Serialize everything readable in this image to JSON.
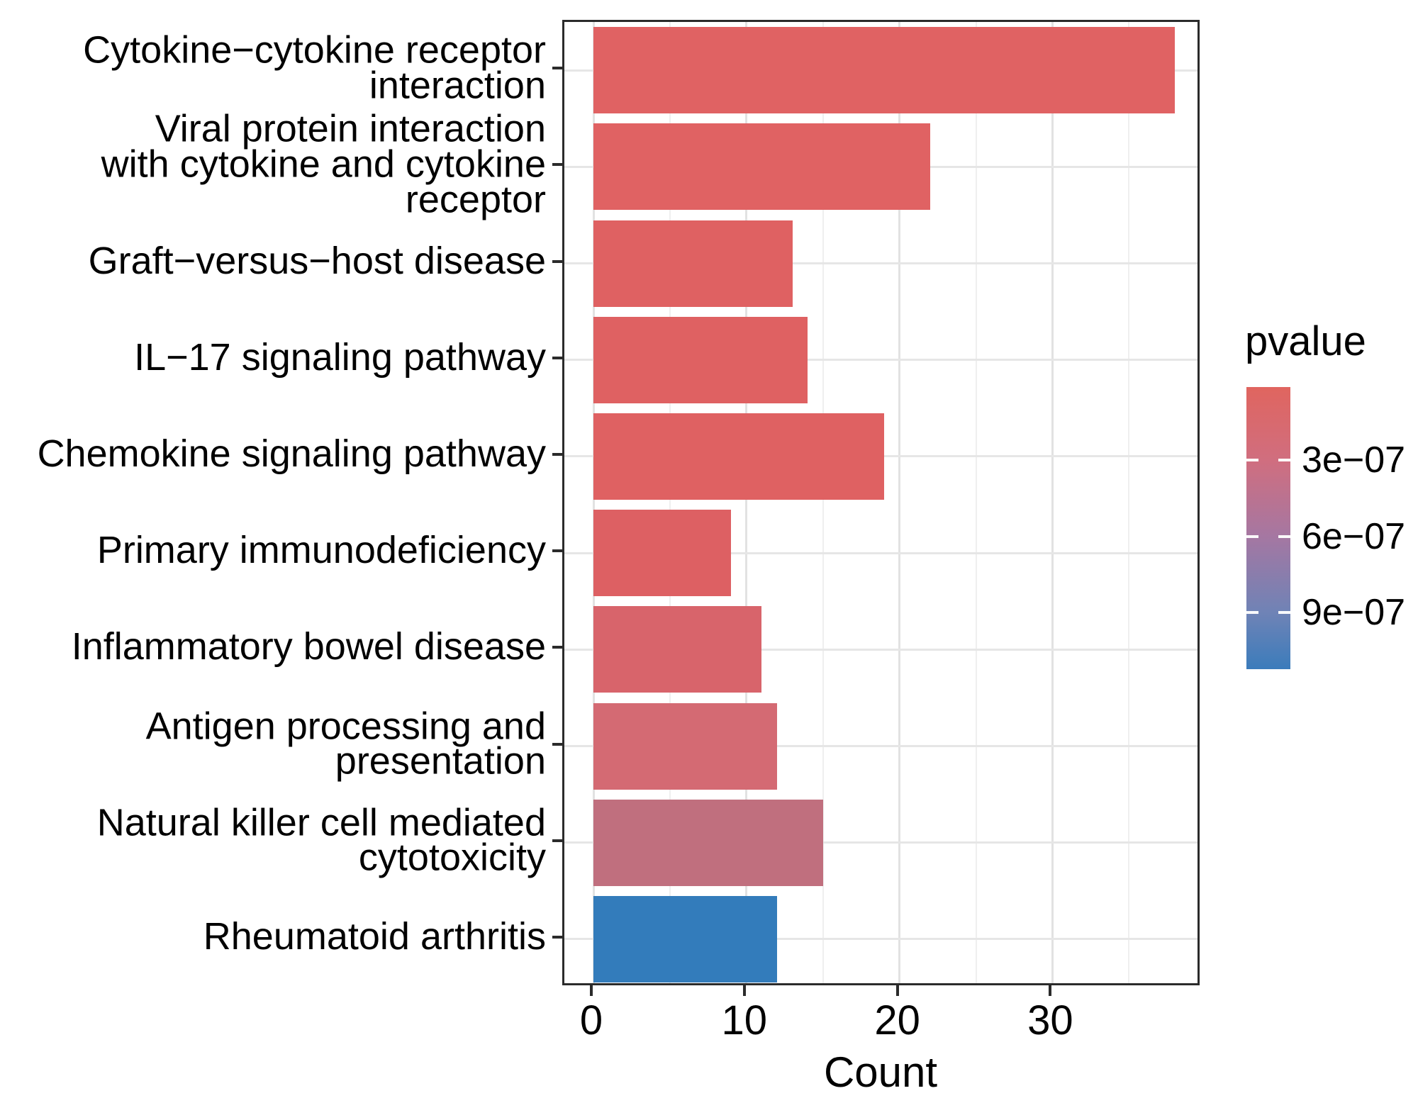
{
  "chart_data": {
    "type": "bar",
    "orientation": "horizontal",
    "title": "",
    "xlabel": "Count",
    "ylabel": "",
    "x_ticks": [
      0,
      10,
      20,
      30
    ],
    "x_minor_ticks": [
      5,
      15,
      25,
      35
    ],
    "xlim": [
      0,
      40
    ],
    "grid": true,
    "categories": [
      "Cytokine−cytokine receptor\ninteraction",
      "Viral protein interaction\nwith cytokine and cytokine\nreceptor",
      "Graft−versus−host disease",
      "IL−17 signaling pathway",
      "Chemokine signaling pathway",
      "Primary immunodeficiency",
      "Inflammatory bowel disease",
      "Antigen processing and\npresentation",
      "Natural killer cell mediated\ncytotoxicity",
      "Rheumatoid arthritis"
    ],
    "values": [
      38,
      22,
      13,
      14,
      19,
      9,
      11,
      12,
      15,
      12
    ],
    "bar_colors": [
      "#e06263",
      "#e06263",
      "#df6162",
      "#df6162",
      "#df6162",
      "#dd6063",
      "#d8646b",
      "#d46a73",
      "#c06f7e",
      "#337cbb"
    ],
    "legend": {
      "title": "pvalue",
      "position": "right",
      "tick_labels": [
        "3e−07",
        "6e−07",
        "9e−07"
      ],
      "tick_fractions": [
        0.26,
        0.53,
        0.8
      ],
      "gradient_colors": [
        "#e0655f",
        "#d06e7f",
        "#a577a2",
        "#6f83b6",
        "#3b7cbb"
      ],
      "gradient_stops_pct": [
        0,
        26,
        53,
        80,
        100
      ]
    },
    "panel_border_color": "#2b2b2b",
    "gridline_color": "#e4e4e4"
  }
}
